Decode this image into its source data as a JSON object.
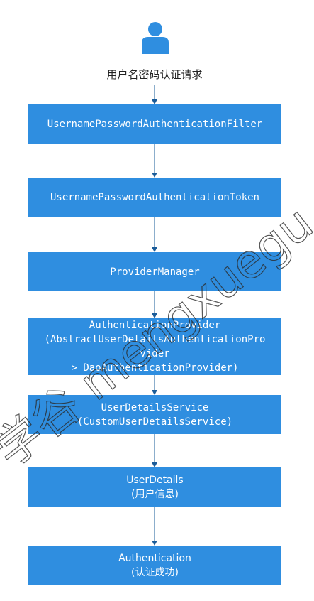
{
  "request_label": "用户名密码认证请求",
  "boxes": [
    {
      "lines": [
        "UsernamePasswordAuthenticationFilter"
      ]
    },
    {
      "lines": [
        "UsernamePasswordAuthenticationToken"
      ]
    },
    {
      "lines": [
        "ProviderManager"
      ]
    },
    {
      "lines": [
        "AuthenticationProvider",
        "(AbstractUserDetailsAuthenticationPro",
        "vider",
        "> DaoAuthenticationProvider)"
      ]
    },
    {
      "lines": [
        "UserDetailsService",
        "(CustomUserDetailsService)"
      ]
    },
    {
      "lines": [
        "UserDetails",
        "(用户信息)"
      ]
    },
    {
      "lines": [
        "Authentication",
        "(认证成功)"
      ]
    }
  ],
  "colors": {
    "box_fill": "#2f8ee0",
    "box_text": "#ffffff",
    "icon": "#2f8ee0",
    "arrow": "#1a5c99"
  },
  "icons": {
    "user": "user-icon"
  },
  "watermark": "学谷 mengxuegu.c"
}
